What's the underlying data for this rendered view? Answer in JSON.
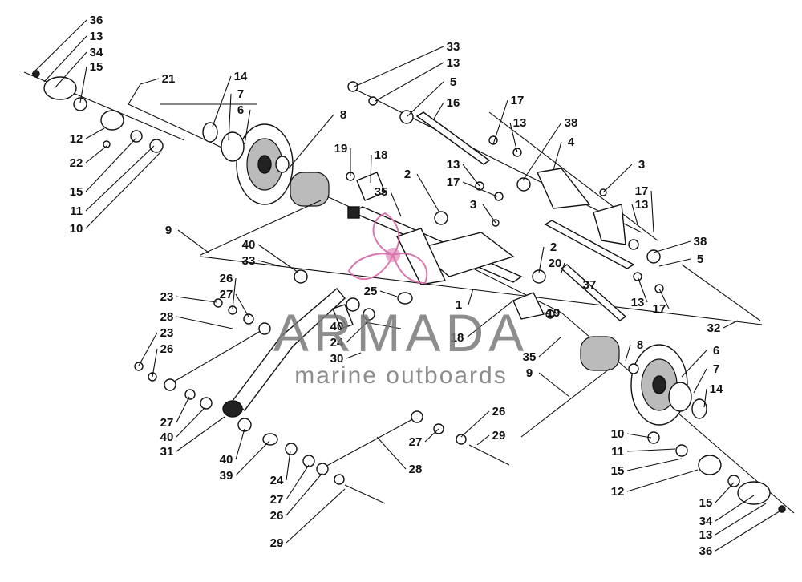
{
  "diagram": {
    "callouts": [
      {
        "n": "36"
      },
      {
        "n": "13"
      },
      {
        "n": "34"
      },
      {
        "n": "15"
      },
      {
        "n": "21"
      },
      {
        "n": "12"
      },
      {
        "n": "22"
      },
      {
        "n": "15"
      },
      {
        "n": "11"
      },
      {
        "n": "10"
      },
      {
        "n": "14"
      },
      {
        "n": "7"
      },
      {
        "n": "6"
      },
      {
        "n": "8"
      },
      {
        "n": "9"
      },
      {
        "n": "33"
      },
      {
        "n": "13"
      },
      {
        "n": "5"
      },
      {
        "n": "16"
      },
      {
        "n": "17"
      },
      {
        "n": "13"
      },
      {
        "n": "38"
      },
      {
        "n": "4"
      },
      {
        "n": "19"
      },
      {
        "n": "18"
      },
      {
        "n": "2"
      },
      {
        "n": "35"
      },
      {
        "n": "13"
      },
      {
        "n": "17"
      },
      {
        "n": "3"
      },
      {
        "n": "3"
      },
      {
        "n": "17"
      },
      {
        "n": "13"
      },
      {
        "n": "38"
      },
      {
        "n": "5"
      },
      {
        "n": "2"
      },
      {
        "n": "20"
      },
      {
        "n": "37"
      },
      {
        "n": "13"
      },
      {
        "n": "17"
      },
      {
        "n": "32"
      },
      {
        "n": "40"
      },
      {
        "n": "33"
      },
      {
        "n": "26"
      },
      {
        "n": "27"
      },
      {
        "n": "23"
      },
      {
        "n": "28"
      },
      {
        "n": "25"
      },
      {
        "n": "1"
      },
      {
        "n": "19"
      },
      {
        "n": "18"
      },
      {
        "n": "40"
      },
      {
        "n": "24"
      },
      {
        "n": "30"
      },
      {
        "n": "23"
      },
      {
        "n": "26"
      },
      {
        "n": "35"
      },
      {
        "n": "8"
      },
      {
        "n": "9"
      },
      {
        "n": "6"
      },
      {
        "n": "7"
      },
      {
        "n": "14"
      },
      {
        "n": "27"
      },
      {
        "n": "40"
      },
      {
        "n": "31"
      },
      {
        "n": "26"
      },
      {
        "n": "29"
      },
      {
        "n": "27"
      },
      {
        "n": "28"
      },
      {
        "n": "40"
      },
      {
        "n": "39"
      },
      {
        "n": "24"
      },
      {
        "n": "27"
      },
      {
        "n": "26"
      },
      {
        "n": "29"
      },
      {
        "n": "10"
      },
      {
        "n": "11"
      },
      {
        "n": "15"
      },
      {
        "n": "12"
      },
      {
        "n": "15"
      },
      {
        "n": "34"
      },
      {
        "n": "13"
      },
      {
        "n": "36"
      }
    ]
  },
  "watermark": {
    "brand": "ARMADA",
    "tagline": "marine outboards",
    "color": "#d35fa0",
    "text_color": "#7a7a7a"
  }
}
